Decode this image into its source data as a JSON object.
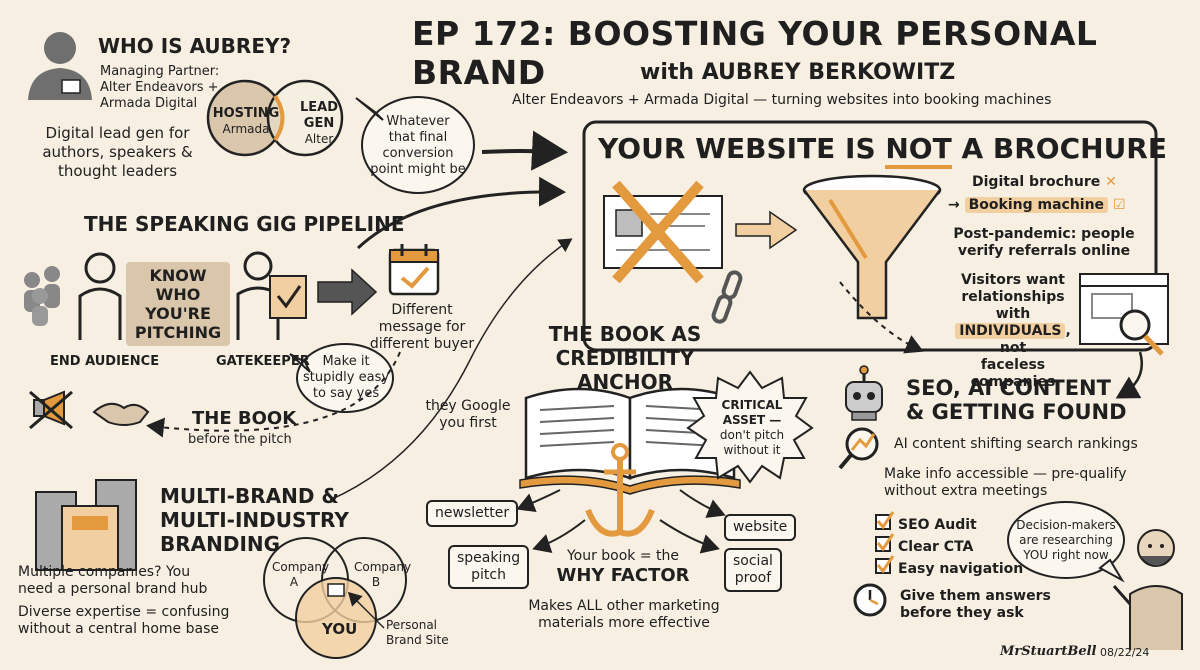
{
  "header": {
    "title": "EP 172: BOOSTING YOUR PERSONAL BRAND",
    "subtitle": "with AUBREY BERKOWITZ",
    "tagline": "Alter Endeavors + Armada Digital — turning websites into booking machines"
  },
  "who": {
    "title": "WHO IS AUBREY?",
    "role_line1": "Managing Partner:",
    "role_line2": "Alter Endeavors +",
    "role_line3": "Armada Digital",
    "desc1": "Digital lead gen for",
    "desc2": "authors, speakers &",
    "desc3": "thought leaders",
    "venn_left": "HOSTING",
    "venn_left_sub": "Armada",
    "venn_right1": "LEAD",
    "venn_right2": "GEN",
    "venn_right_sub": "Alter",
    "bubble1": "Whatever",
    "bubble2": "that final",
    "bubble3": "conversion",
    "bubble4": "point might be"
  },
  "website": {
    "title_pre": "YOUR WEBSITE IS ",
    "title_not": "NOT",
    "title_post": " A BROCHURE",
    "digital": "Digital brochure",
    "booking": "Booking machine",
    "post1": "Post-pandemic: people",
    "post2": "verify referrals online",
    "visitors1": "Visitors want",
    "visitors2": "relationships with",
    "visitors3": "INDIVIDUALS",
    "visitors3b": ", not",
    "visitors4": "faceless companies"
  },
  "pipeline": {
    "title": "THE SPEAKING GIG PIPELINE",
    "know1": "KNOW WHO",
    "know2": "YOU'RE",
    "know3": "PITCHING",
    "end_audience": "END AUDIENCE",
    "gatekeeper": "GATEKEEPER",
    "diff1": "Different",
    "diff2": "message for",
    "diff3": "different buyer",
    "easy1": "Make it",
    "easy2": "stupidly easy",
    "easy3": "to say yes",
    "book_title": "THE BOOK",
    "book_sub": "before the pitch",
    "google1": "they Google",
    "google2": "you first"
  },
  "book": {
    "title1": "THE BOOK AS",
    "title2": "CREDIBILITY ANCHOR",
    "critical1": "CRITICAL",
    "critical2": "ASSET —",
    "critical3": "don't pitch",
    "critical4": "without it",
    "newsletter": "newsletter",
    "speaking1": "speaking",
    "speaking2": "pitch",
    "website_tag": "website",
    "social1": "social",
    "social2": "proof",
    "why1": "Your book = the",
    "why2": "WHY FACTOR",
    "makes1": "Makes ALL other marketing",
    "makes2": "materials more effective"
  },
  "multi": {
    "title1": "MULTI-BRAND &",
    "title2": "MULTI-INDUSTRY",
    "title3": "BRANDING",
    "line1": "Multiple companies? You",
    "line2": "need a personal brand hub",
    "line3": "Diverse expertise = confusing",
    "line4": "without a central home base",
    "company_a1": "Company",
    "company_a2": "A",
    "company_b1": "Company",
    "company_b2": "B",
    "you": "YOU",
    "pbs1": "Personal",
    "pbs2": "Brand Site"
  },
  "seo": {
    "title1": "SEO, AI CONTENT",
    "title2": "& GETTING FOUND",
    "ai": "AI content shifting search rankings",
    "info1": "Make info accessible — pre-qualify",
    "info2": "without extra meetings",
    "check1": "SEO Audit",
    "check2": "Clear CTA",
    "check3": "Easy navigation",
    "dm1": "Decision-makers",
    "dm2": "are researching",
    "dm3": "YOU right now",
    "answers1": "Give them answers",
    "answers2": "before they ask"
  },
  "signature": {
    "name": "MrStuartBell",
    "date": "08/22/24"
  },
  "colors": {
    "accent": "#e39a3f",
    "ink": "#1f1f1f",
    "paper": "#f6efe2",
    "tan": "#d9c6ab"
  }
}
